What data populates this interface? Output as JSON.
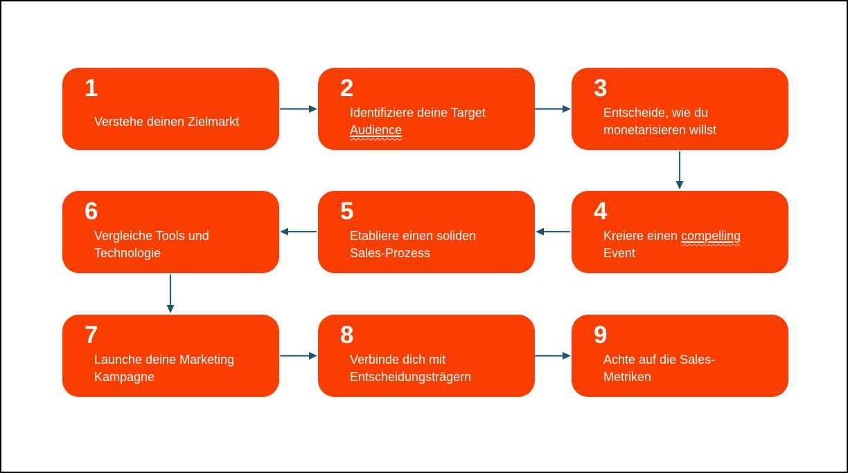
{
  "diagram": {
    "type": "process-flow",
    "language": "de",
    "colors": {
      "box_fill": "#fa3e02",
      "arrow": "#21607c",
      "text": "#ffffff",
      "page_border": "#000000",
      "spellcheck_squiggle": "#ffd9cb"
    },
    "steps": [
      {
        "number": "1",
        "text_before": "Verstehe deinen Zielmarkt",
        "text_marked": "",
        "text_after": ""
      },
      {
        "number": "2",
        "text_before": "Identifiziere deine Target\n",
        "text_marked": "Audience",
        "text_after": ""
      },
      {
        "number": "3",
        "text_before": "Entscheide, wie du\nmonetarisieren willst",
        "text_marked": "",
        "text_after": ""
      },
      {
        "number": "4",
        "text_before": "Kreiere einen ",
        "text_marked": "compelling",
        "text_after": "\nEvent"
      },
      {
        "number": "5",
        "text_before": "Etabliere einen soliden\nSales-Prozess",
        "text_marked": "",
        "text_after": ""
      },
      {
        "number": "6",
        "text_before": "Vergleiche Tools und\nTechnologie",
        "text_marked": "",
        "text_after": ""
      },
      {
        "number": "7",
        "text_before": "Launche deine Marketing\nKampagne",
        "text_marked": "",
        "text_after": ""
      },
      {
        "number": "8",
        "text_before": "Verbinde dich mit\nEntscheidungsträgern",
        "text_marked": "",
        "text_after": ""
      },
      {
        "number": "9",
        "text_before": "Achte auf die Sales-\nMetriken",
        "text_marked": "",
        "text_after": ""
      }
    ],
    "connections": [
      "step1→step2",
      "step2→step3",
      "step3→step4",
      "step4→step5",
      "step5→step6",
      "step6→step7",
      "step7→step8",
      "step8→step9"
    ]
  }
}
